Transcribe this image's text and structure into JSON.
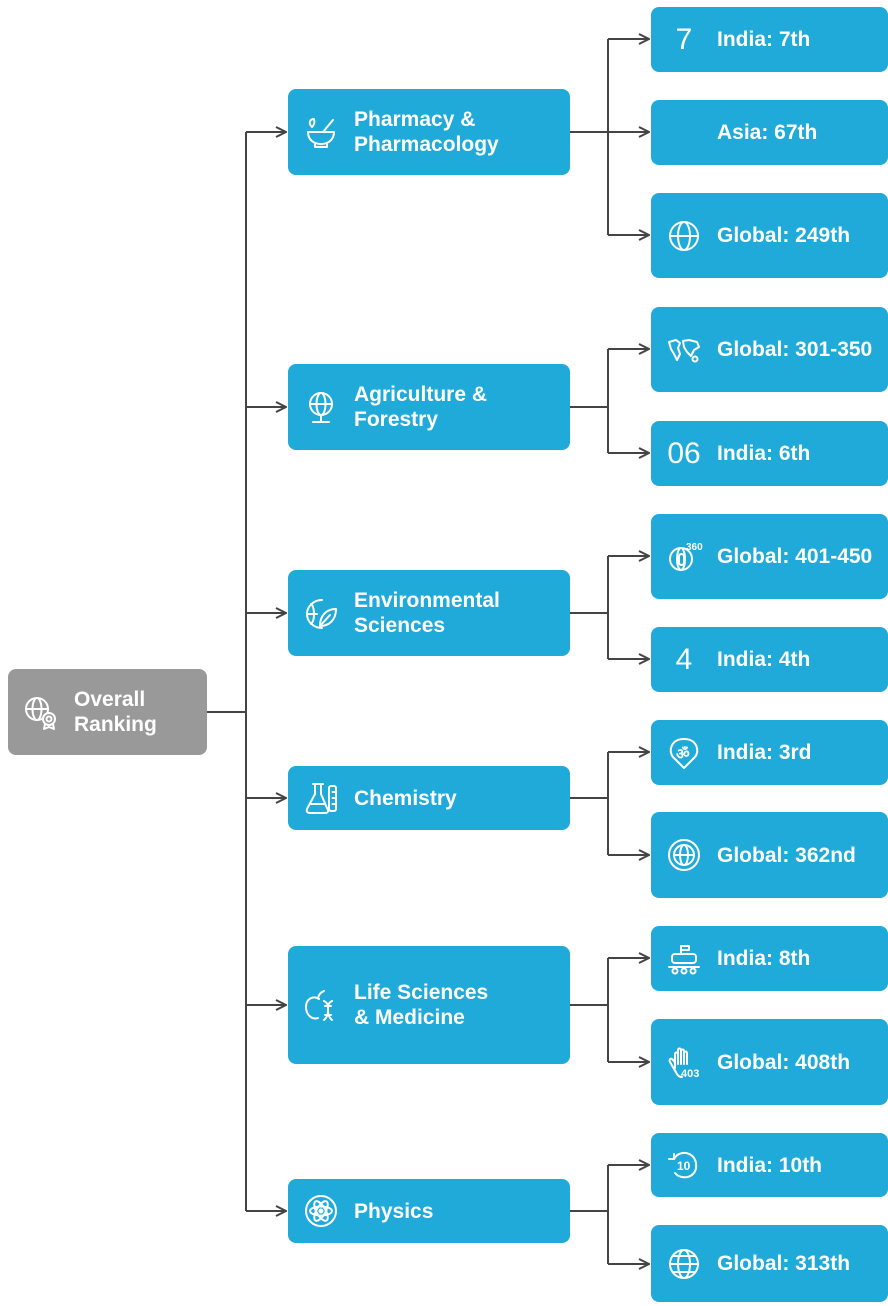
{
  "root": {
    "label": "Overall Ranking",
    "icon": "globe-award-icon"
  },
  "categories": [
    {
      "label": "Pharmacy & Pharmacology",
      "icon": "mortar-pestle-icon",
      "ranks": [
        {
          "label": "India: 7th",
          "icon": "number-7-icon",
          "glyph": "7"
        },
        {
          "label": "Asia: 67th",
          "icon": ""
        },
        {
          "label": "Global: 249th",
          "icon": "globe-icon"
        }
      ]
    },
    {
      "label": "Agriculture & Forestry",
      "icon": "globe-stand-icon",
      "ranks": [
        {
          "label": "Global: 301-350",
          "icon": "world-map-icon"
        },
        {
          "label": "India: 6th",
          "icon": "number-06-icon",
          "glyph": "06"
        }
      ]
    },
    {
      "label": "Environmental Sciences",
      "icon": "eco-globe-leaf-icon",
      "ranks": [
        {
          "label": "Global: 401-450",
          "icon": "globe-360-icon"
        },
        {
          "label": "India: 4th",
          "icon": "number-4-icon",
          "glyph": "4"
        }
      ]
    },
    {
      "label": "Chemistry",
      "icon": "flask-icon",
      "ranks": [
        {
          "label": "India: 3rd",
          "icon": "om-badge-icon"
        },
        {
          "label": "Global: 362nd",
          "icon": "globe-circle-icon"
        }
      ]
    },
    {
      "label": "Life Sciences & Medicine",
      "icon": "apple-dna-icon",
      "ranks": [
        {
          "label": "India: 8th",
          "icon": "machine-icon"
        },
        {
          "label": "Global: 408th",
          "icon": "hand-403-icon"
        }
      ]
    },
    {
      "label": "Physics",
      "icon": "atom-icon",
      "ranks": [
        {
          "label": "India: 10th",
          "icon": "replay-10-icon"
        },
        {
          "label": "Global: 313th",
          "icon": "globe-icon"
        }
      ]
    }
  ],
  "colors": {
    "root": "#999999",
    "node": "#1faad9",
    "line": "#444444",
    "text": "#ffffff"
  }
}
